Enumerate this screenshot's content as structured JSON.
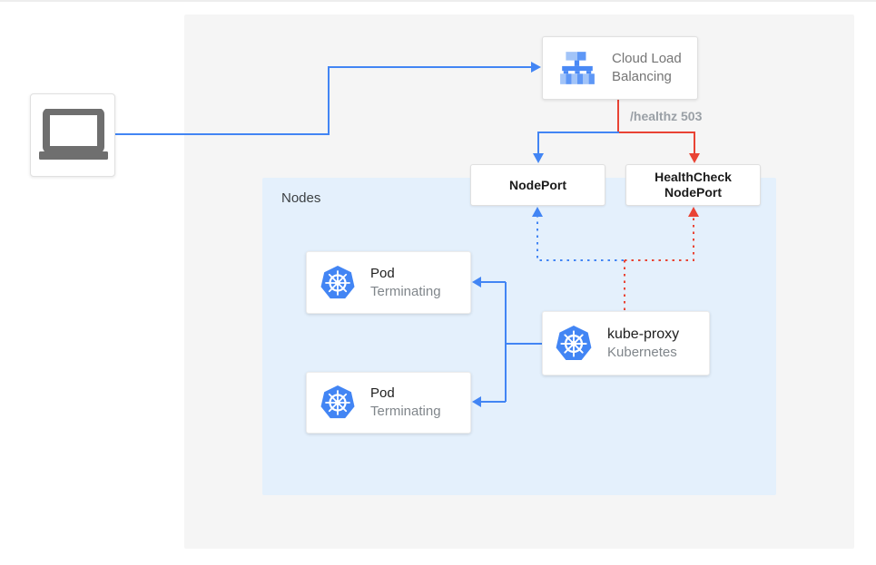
{
  "colors": {
    "blue": "#4285f4",
    "red": "#e94334",
    "panel": "#f5f5f5",
    "nodesbg": "#e4f0fc",
    "border": "#e0e0e0",
    "gray": "#80868b",
    "clbtext": "#757575",
    "healthz": "#9aa0a6",
    "laptop": "#6f6f6f"
  },
  "client": {
    "icon": "laptop"
  },
  "clb": {
    "line1": "Cloud Load",
    "line2": "Balancing"
  },
  "healthz": {
    "label": "/healthz 503"
  },
  "nodeport": {
    "label": "NodePort"
  },
  "hc_nodeport": {
    "line1": "HealthCheck",
    "line2": "NodePort"
  },
  "nodes_group": {
    "label": "Nodes"
  },
  "pods": [
    {
      "title": "Pod",
      "status": "Terminating"
    },
    {
      "title": "Pod",
      "status": "Terminating"
    }
  ],
  "kube_proxy": {
    "title": "kube-proxy",
    "subtitle": "Kubernetes"
  }
}
